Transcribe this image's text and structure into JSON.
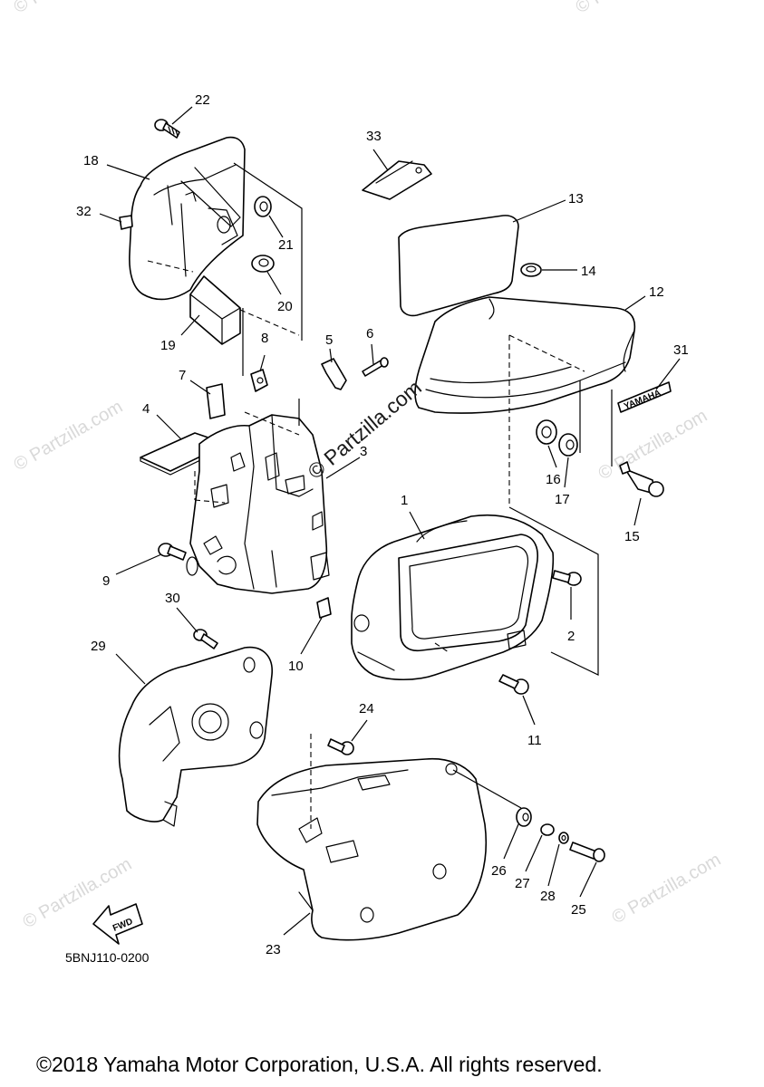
{
  "diagram": {
    "callouts": [
      {
        "id": "1",
        "label": "1"
      },
      {
        "id": "2",
        "label": "2"
      },
      {
        "id": "3",
        "label": "3"
      },
      {
        "id": "4",
        "label": "4"
      },
      {
        "id": "5",
        "label": "5"
      },
      {
        "id": "6",
        "label": "6"
      },
      {
        "id": "7",
        "label": "7"
      },
      {
        "id": "8",
        "label": "8"
      },
      {
        "id": "9",
        "label": "9"
      },
      {
        "id": "10",
        "label": "10"
      },
      {
        "id": "11",
        "label": "11"
      },
      {
        "id": "12",
        "label": "12"
      },
      {
        "id": "13",
        "label": "13"
      },
      {
        "id": "14",
        "label": "14"
      },
      {
        "id": "15",
        "label": "15"
      },
      {
        "id": "16",
        "label": "16"
      },
      {
        "id": "17",
        "label": "17"
      },
      {
        "id": "18",
        "label": "18"
      },
      {
        "id": "19",
        "label": "19"
      },
      {
        "id": "20",
        "label": "20"
      },
      {
        "id": "21",
        "label": "21"
      },
      {
        "id": "22",
        "label": "22"
      },
      {
        "id": "23",
        "label": "23"
      },
      {
        "id": "24",
        "label": "24"
      },
      {
        "id": "25",
        "label": "25"
      },
      {
        "id": "26",
        "label": "26"
      },
      {
        "id": "27",
        "label": "27"
      },
      {
        "id": "28",
        "label": "28"
      },
      {
        "id": "29",
        "label": "29"
      },
      {
        "id": "30",
        "label": "30"
      },
      {
        "id": "31",
        "label": "31"
      },
      {
        "id": "32",
        "label": "32"
      },
      {
        "id": "33",
        "label": "33"
      }
    ],
    "emblem_text": "YAMAHA",
    "fwd_label": "FWD",
    "diagram_code": "5BNJ110-0200"
  },
  "watermark": {
    "text": "© Partzilla.com",
    "center_text": "© Partzilla.com"
  },
  "footer": {
    "copyright": "©2018 Yamaha Motor Corporation, U.S.A. All rights reserved."
  }
}
